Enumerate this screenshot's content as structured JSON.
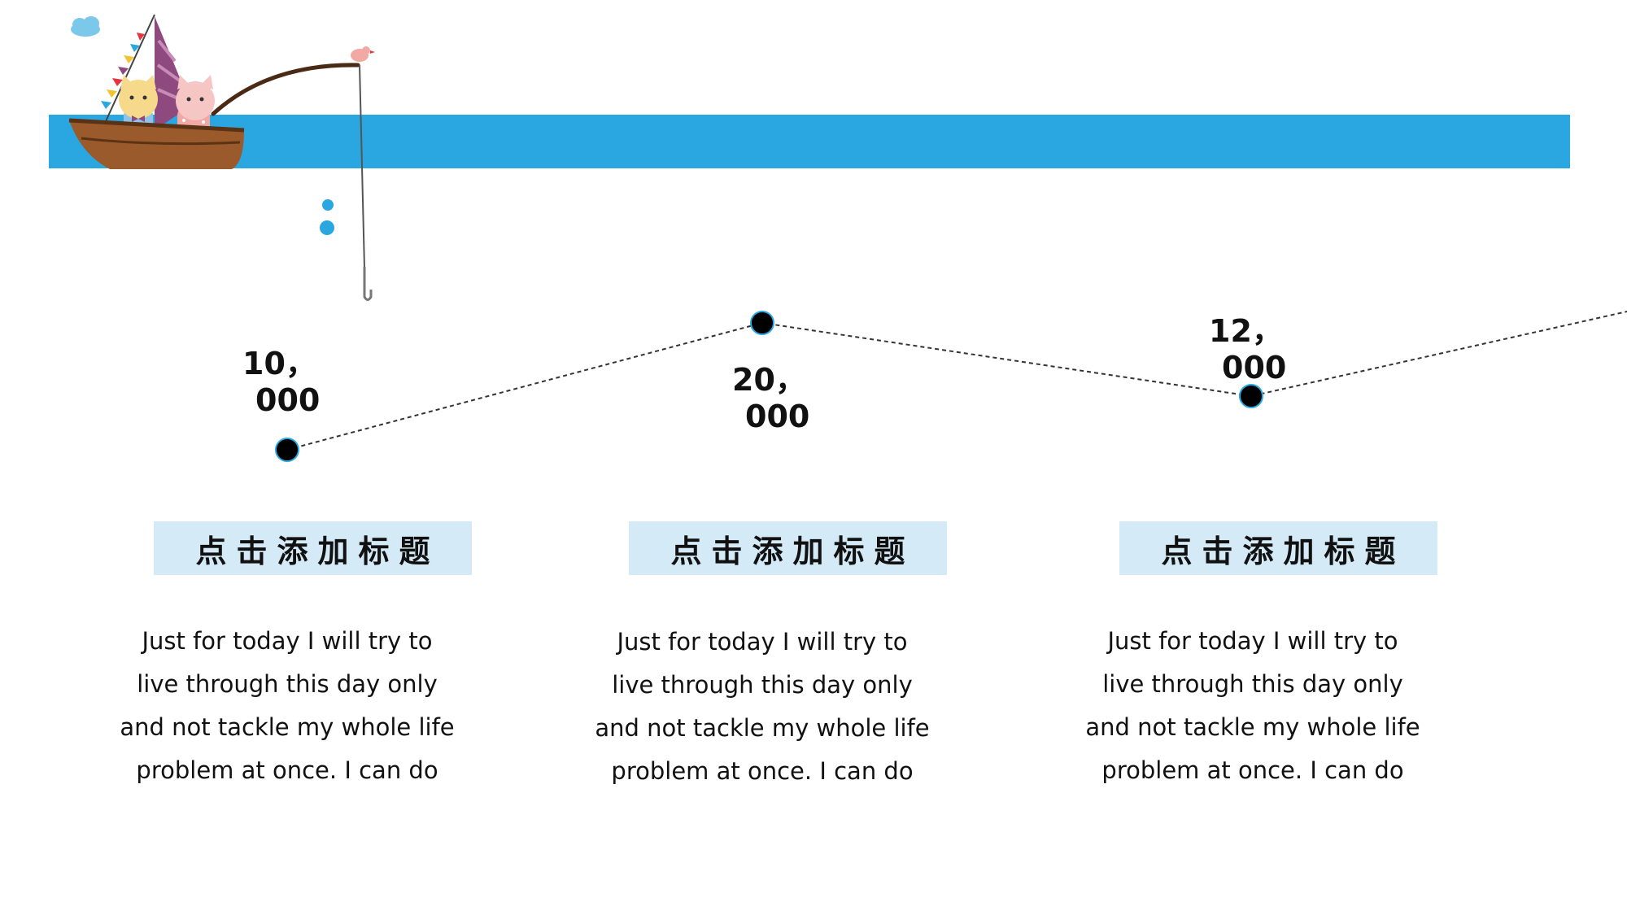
{
  "timeline": {
    "items": [
      {
        "value_line1": "10，",
        "value_line2": "000",
        "title": "点击添加标题",
        "desc_lines": [
          "Just for today I will try to",
          "live through this day only",
          "and not tackle my whole life",
          "problem at once. I can do"
        ]
      },
      {
        "value_line1": "20，",
        "value_line2": "000",
        "title": "点击添加标题",
        "desc_lines": [
          "Just for today I will try to",
          "live through this day only",
          "and not tackle my whole life",
          "problem at once. I can do"
        ]
      },
      {
        "value_line1": "12，",
        "value_line2": "000",
        "title": "点击添加标题",
        "desc_lines": [
          "Just for today I will try to",
          "live through this day only",
          "and not tackle my whole life",
          "problem at once. I can do"
        ]
      }
    ]
  },
  "colors": {
    "band": "#2aa7e1",
    "title_box": "#d4ebf7",
    "marker": "#000000",
    "marker_ring": "#2aa7e1"
  },
  "icons": [
    "cloud-icon",
    "sailboat-fishing-cats-illustration",
    "bird-icon",
    "fishing-hook-icon",
    "water-bubble-icon"
  ]
}
